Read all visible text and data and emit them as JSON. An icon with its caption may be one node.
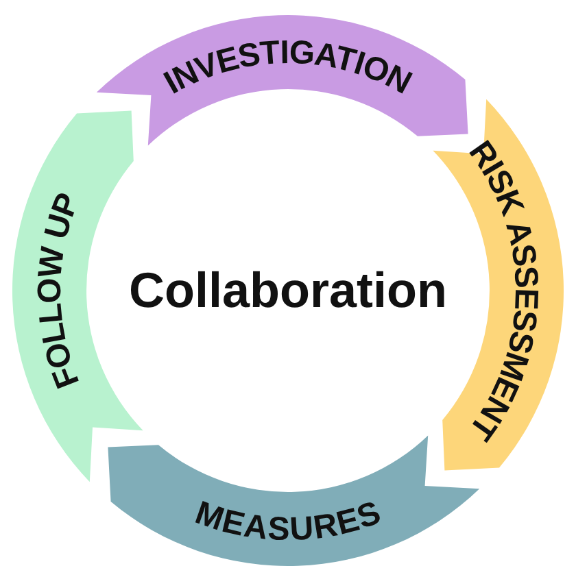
{
  "diagram": {
    "nodes": [
      {
        "text": [
          "INVESTIGATION"
        ]
      },
      {
        "text": [
          "RISK ASSESSMENT"
        ]
      },
      {
        "text": [
          "MEASURES"
        ]
      },
      {
        "text": [
          "FOLLOW UP"
        ]
      }
    ],
    "labels": [
      "Collaboration"
    ]
  }
}
